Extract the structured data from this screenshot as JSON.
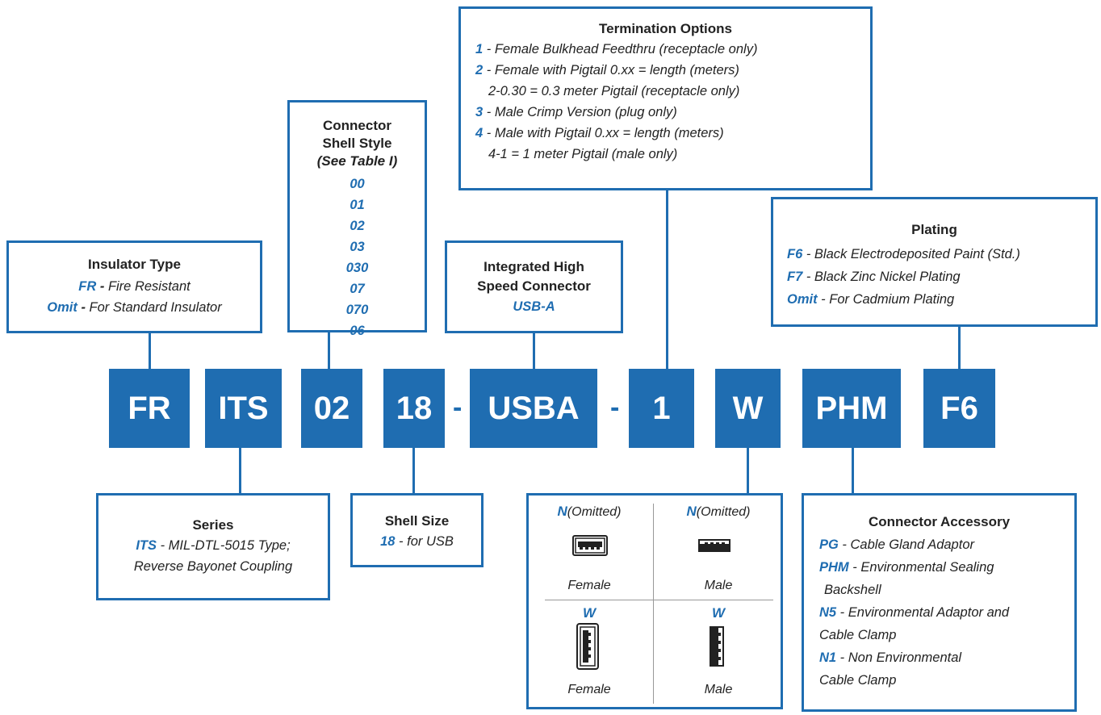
{
  "codes": {
    "fr": "FR",
    "its": "ITS",
    "shell": "02",
    "size": "18",
    "dash1": "-",
    "usba": "USBA",
    "dash2": "-",
    "term": "1",
    "orient": "W",
    "acc": "PHM",
    "plating": "F6"
  },
  "insulator": {
    "title": "Insulator Type",
    "rows": [
      {
        "code": "FR",
        "sep": " - ",
        "text": "Fire Resistant"
      },
      {
        "code": "Omit",
        "sep": " - ",
        "text": "For Standard Insulator"
      }
    ]
  },
  "shell_style": {
    "title_line1": "Connector",
    "title_line2": "Shell Style",
    "subtitle": "(See Table I)",
    "options": [
      "00",
      "01",
      "02",
      "03",
      "030",
      "07",
      "070",
      "06"
    ]
  },
  "hsc": {
    "title_line1": "Integrated High",
    "title_line2": "Speed Connector",
    "value": "USB-A"
  },
  "termination": {
    "title": "Termination Options",
    "rows": [
      {
        "code": "1",
        "text": " - Female Bulkhead Feedthru (receptacle only)"
      },
      {
        "code": "2",
        "text": " - Female with Pigtail 0.xx = length (meters)"
      },
      {
        "code": "",
        "text": "2-0.30 = 0.3 meter Pigtail (receptacle only)"
      },
      {
        "code": "3",
        "text": " - Male Crimp Version (plug only)"
      },
      {
        "code": "4",
        "text": " - Male with Pigtail 0.xx = length (meters)"
      },
      {
        "code": "",
        "text": "4-1 = 1 meter Pigtail (male only)"
      }
    ]
  },
  "plating": {
    "title": "Plating",
    "rows": [
      {
        "code": "F6",
        "text": " - Black Electrodeposited Paint (Std.)"
      },
      {
        "code": "F7",
        "text": " - Black Zinc Nickel  Plating"
      },
      {
        "code": "Omit",
        "text": " - For Cadmium Plating"
      }
    ]
  },
  "series": {
    "title": "Series",
    "code": "ITS",
    "line1": " - MIL-DTL-5015 Type;",
    "line2": "Reverse Bayonet Coupling"
  },
  "shell_size": {
    "title": "Shell Size",
    "code": "18",
    "text": " - for USB"
  },
  "orientation": {
    "cells": [
      {
        "code": "N",
        "note": "(Omitted)",
        "label": "Female"
      },
      {
        "code": "N",
        "note": "(Omitted)",
        "label": "Male"
      },
      {
        "code": "W",
        "note": "",
        "label": "Female"
      },
      {
        "code": "W",
        "note": "",
        "label": "Male"
      }
    ]
  },
  "accessory": {
    "title": "Connector Accessory",
    "rows": [
      {
        "code": "PG",
        "text": " - Cable Gland Adaptor",
        "indent": false
      },
      {
        "code": "PHM",
        "text": " - Environmental Sealing",
        "indent": false
      },
      {
        "code": "",
        "text": "Backshell",
        "indent": true
      },
      {
        "code": "N5",
        "text": " - Environmental Adaptor and",
        "indent": false
      },
      {
        "code": "",
        "text": "Cable Clamp",
        "indent": false
      },
      {
        "code": "N1",
        "text": " - Non Environmental",
        "indent": false
      },
      {
        "code": "",
        "text": "Cable Clamp",
        "indent": false
      }
    ]
  },
  "colors": {
    "accent": "#1f6db1",
    "text": "#222222",
    "background": "#ffffff"
  }
}
